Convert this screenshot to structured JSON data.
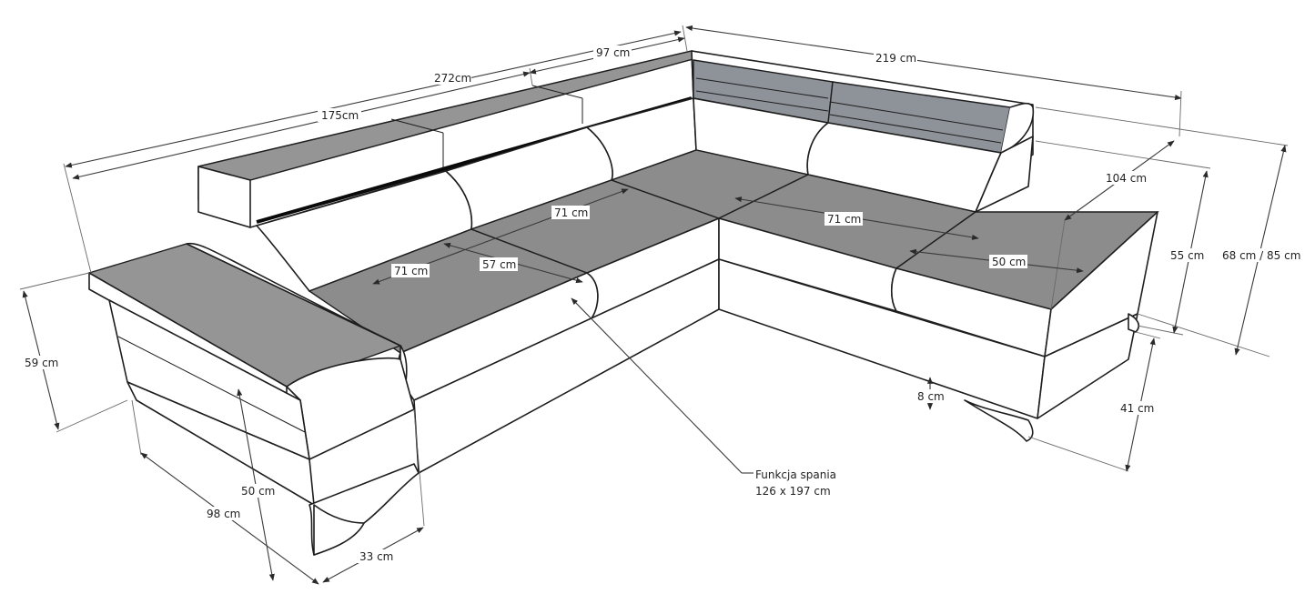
{
  "dimensions": {
    "total_length_272": "272cm",
    "back_length_175": "175cm",
    "back_segment_97": "97 cm",
    "right_length_219": "219 cm",
    "seat_depth_left_71": "71 cm",
    "seat_depth_mid_71": "71 cm",
    "seat_depth_right_71": "71 cm",
    "seat_width_57": "57 cm",
    "chaise_50": "50 cm",
    "chaise_width_104": "104 cm",
    "height_55": "55 cm",
    "height_68_85": "68 cm / 85 cm",
    "armrest_height_59": "59 cm",
    "seat_height_50": "50 cm",
    "depth_98": "98 cm",
    "armrest_width_33": "33 cm",
    "leg_height_8": "8 cm",
    "seat_height_41": "41 cm"
  },
  "callout": {
    "line1": "Funkcja spania",
    "line2": "126 x 197 cm"
  },
  "colors": {
    "upholstery_top": "#959595",
    "headrest": "#8e939a",
    "body": "#ffffff",
    "line": "#1e1e1e"
  }
}
